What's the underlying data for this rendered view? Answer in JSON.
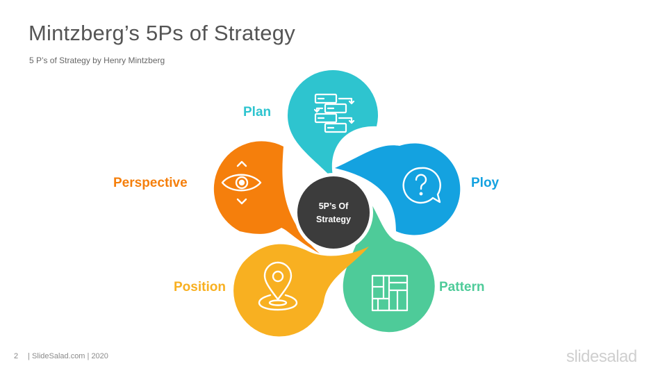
{
  "slide": {
    "title": "Mintzberg’s 5Ps of Strategy",
    "subtitle": "5 P’s of Strategy by Henry Mintzberg",
    "page_number": "2",
    "footer_text": "| SlideSalad.com | 2020",
    "brand": "slidesalad"
  },
  "center": {
    "line1": "5P’s Of",
    "line2": "Strategy",
    "color": "#3c3c3c"
  },
  "petals": [
    {
      "label": "Plan",
      "color": "#2ec4cf",
      "icon": "flow-boxes-icon"
    },
    {
      "label": "Ploy",
      "color": "#14a2e0",
      "icon": "question-bubble-icon"
    },
    {
      "label": "Pattern",
      "color": "#4ecb99",
      "icon": "grid-pattern-icon"
    },
    {
      "label": "Position",
      "color": "#f8b021",
      "icon": "location-pin-icon"
    },
    {
      "label": "Perspective",
      "color": "#f57f0c",
      "icon": "eye-icon"
    }
  ]
}
